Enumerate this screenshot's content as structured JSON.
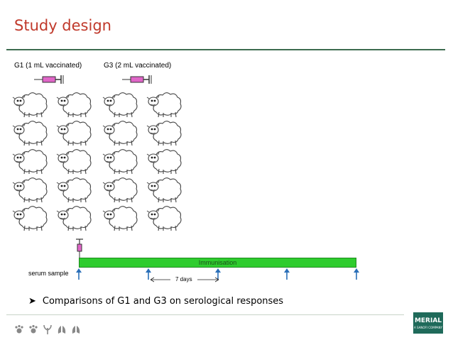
{
  "title": "Study design",
  "groups": [
    {
      "label": "G1 (1 mL vaccinated)",
      "sheep_count": 10
    },
    {
      "label": "G3 (2 mL vaccinated)",
      "sheep_count": 10
    }
  ],
  "timeline": {
    "bar_label": "Immunisation",
    "serum_label": "serum sample",
    "interval_label": "7 days",
    "sampling_points": 5
  },
  "bullet": "Comparisons of G1 and G3 on serological responses",
  "logo": {
    "name": "MERIAL",
    "tagline": "A SANOFI COMPANY"
  },
  "colors": {
    "title": "#c0392b",
    "bar": "#2ecc2e",
    "arrow": "#2a6fb8",
    "syringe": "#e066c8",
    "logo_bg": "#1f6a5a"
  },
  "footer_icons": [
    "paw-icon",
    "paw-icon",
    "plant-icon",
    "lungs-icon",
    "lungs-icon"
  ]
}
